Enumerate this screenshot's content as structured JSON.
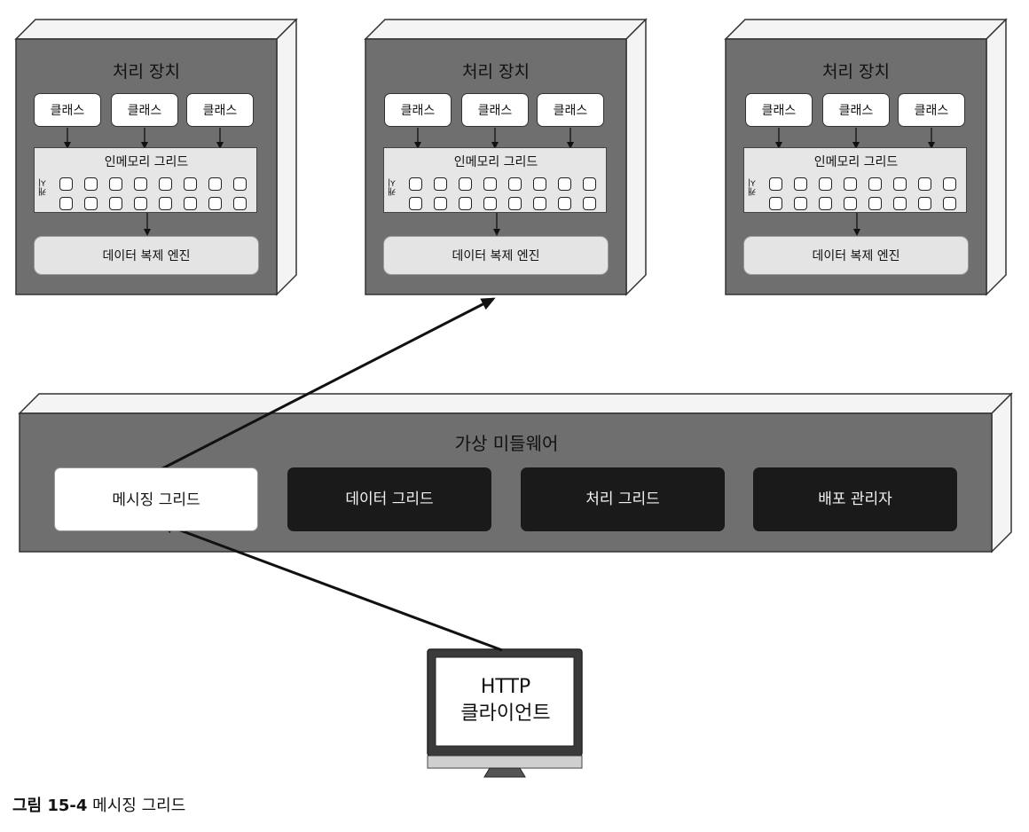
{
  "units": [
    {
      "title": "처리 장치",
      "classes": [
        "클래스",
        "클래스",
        "클래스"
      ],
      "grid_title": "인메모리 그리드",
      "cache_label": "캐시",
      "engine_label": "데이터 복제 엔진"
    },
    {
      "title": "처리 장치",
      "classes": [
        "클래스",
        "클래스",
        "클래스"
      ],
      "grid_title": "인메모리 그리드",
      "cache_label": "캐시",
      "engine_label": "데이터 복제 엔진"
    },
    {
      "title": "처리 장치",
      "classes": [
        "클래스",
        "클래스",
        "클래스"
      ],
      "grid_title": "인메모리 그리드",
      "cache_label": "캐시",
      "engine_label": "데이터 복제 엔진"
    }
  ],
  "middleware": {
    "title": "가상 미들웨어",
    "components": [
      "메시징 그리드",
      "데이터 그리드",
      "처리 그리드",
      "배포 관리자"
    ]
  },
  "client": {
    "line1": "HTTP",
    "line2": "클라이언트"
  },
  "caption": {
    "label": "그림 15-4",
    "text": "메시징 그리드"
  },
  "colors": {
    "box_face": "#6f6f6f",
    "box_side": "#f4f4f4",
    "panel_light": "#e6e6e6",
    "component_dark": "#1a1a1a"
  }
}
